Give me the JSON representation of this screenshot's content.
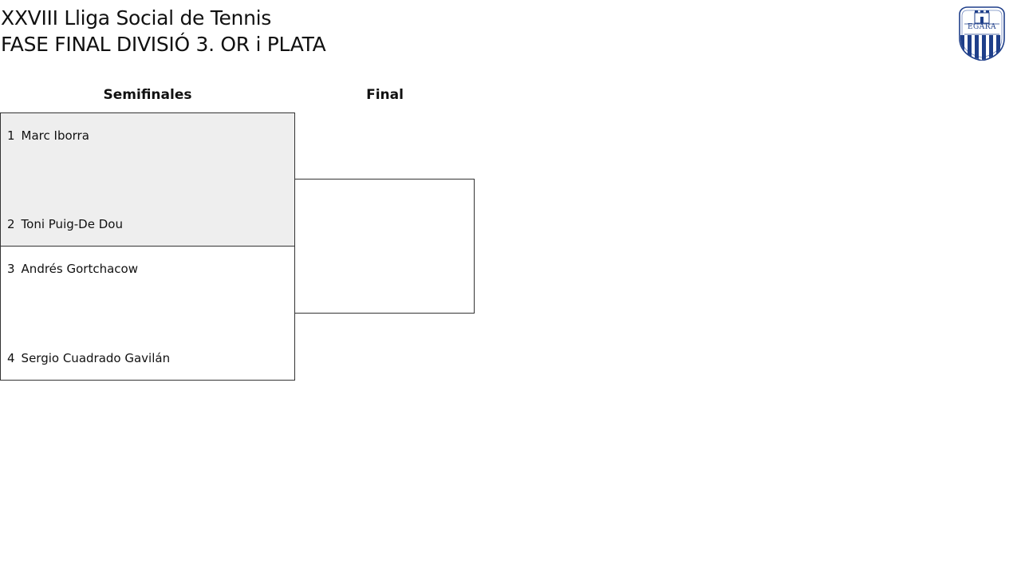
{
  "header": {
    "title_line1": "XXVIII Lliga Social de Tennis",
    "title_line2": "FASE FINAL DIVISIÓ 3. OR i PLATA",
    "logo_text": "EGARA"
  },
  "rounds": {
    "semis_label": "Semifinales",
    "final_label": "Final"
  },
  "semifinals": [
    {
      "top": {
        "seed": "1",
        "name": "Marc Iborra"
      },
      "bottom": {
        "seed": "2",
        "name": "Toni Puig-De Dou"
      }
    },
    {
      "top": {
        "seed": "3",
        "name": "Andrés Gortchacow"
      },
      "bottom": {
        "seed": "4",
        "name": "Sergio Cuadrado Gavilán"
      }
    }
  ],
  "colors": {
    "highlight_match_bg": "#eeeeee",
    "border": "#333333",
    "logo_blue": "#1f3f8a"
  },
  "icons": {
    "logo": "egara-shield-icon"
  }
}
